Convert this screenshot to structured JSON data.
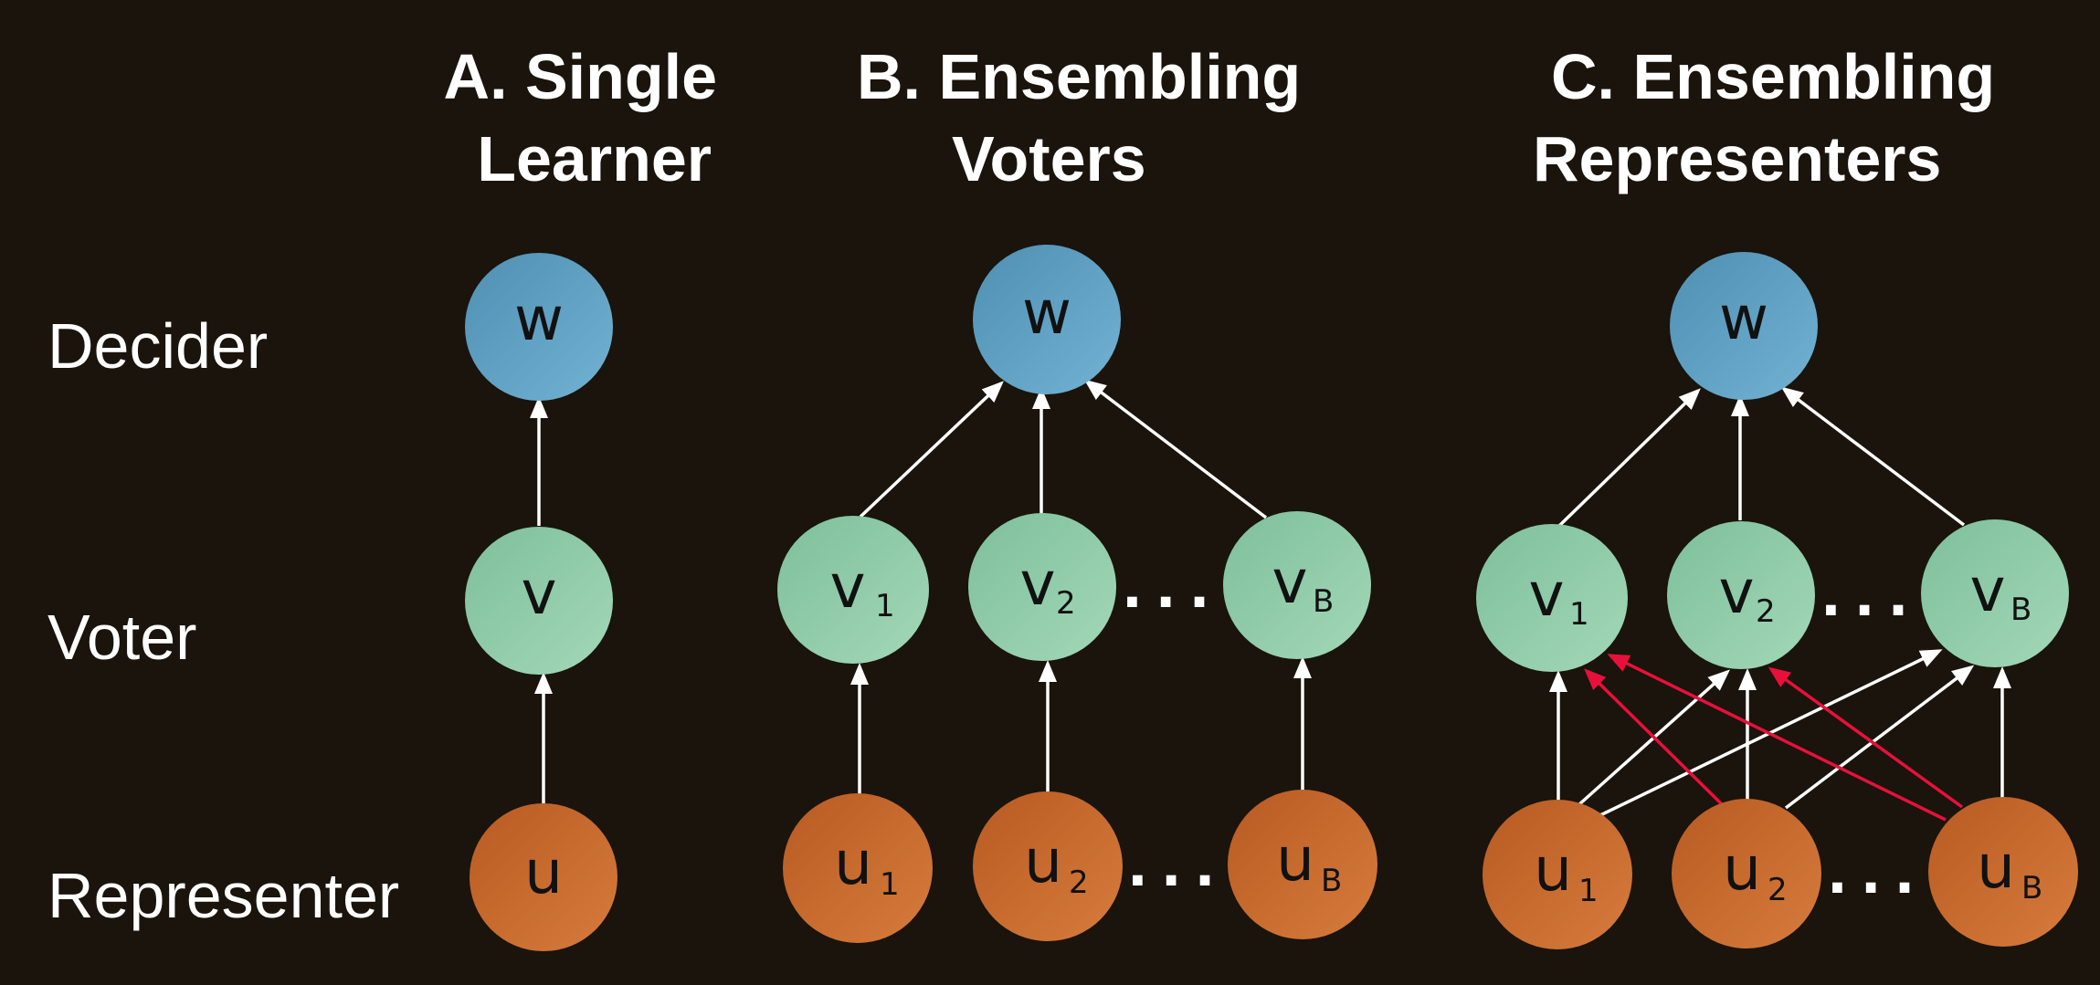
{
  "titles": {
    "a_line1": "A. Single",
    "a_line2": "Learner",
    "b_line1": "B. Ensembling",
    "b_line2": "Voters",
    "c_line1": "C. Ensembling",
    "c_line2": "Representers"
  },
  "row_labels": {
    "decider": "Decider",
    "voter": "Voter",
    "representer": "Representer"
  },
  "symbols": {
    "decider": "w",
    "voter": "v",
    "representer": "u",
    "sub1": "1",
    "sub2": "2",
    "subB": "B",
    "ellipsis": "..."
  },
  "colors": {
    "background": "#1a140c",
    "decider_node": "#5fa3c4",
    "voter_node": "#8ecfac",
    "representer_node": "#c96a2e",
    "arrow": "#ffffff",
    "cross_arrow_red": "#e8103a"
  }
}
